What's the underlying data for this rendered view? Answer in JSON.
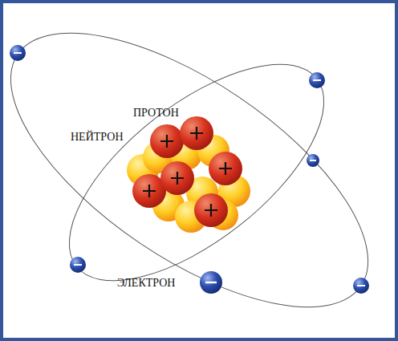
{
  "diagram": {
    "labels": [
      "ПРОТОН",
      "НЕЙТРОН",
      "ЭЛЕКТРОН"
    ]
  }
}
